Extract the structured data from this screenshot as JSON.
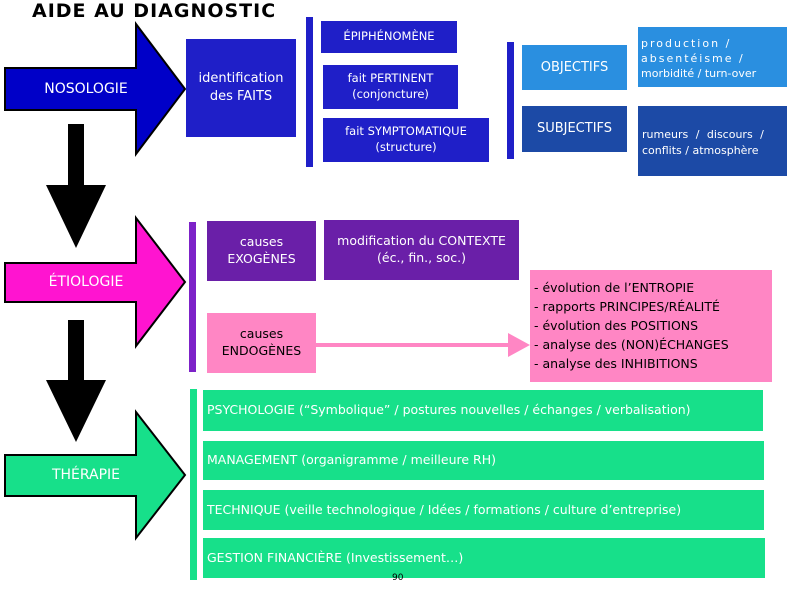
{
  "title": "AIDE AU DIAGNOSTIC",
  "sections": {
    "nosologie": "NOSOLOGIE",
    "etiologie": "ÉTIOLOGIE",
    "therapie": "THÉRAPIE"
  },
  "nosologie": {
    "identification": [
      "identification",
      "des FAITS"
    ],
    "epiphenomene": "ÉPIPHÉNOMÈNE",
    "fait_pertinent": [
      "fait PERTINENT",
      "(conjoncture)"
    ],
    "fait_symptomatique": [
      "fait SYMPTOMATIQUE",
      "(structure)"
    ],
    "objectifs": "OBJECTIFS",
    "subjectifs": "SUBJECTIFS",
    "objectifs_detail": [
      "production /",
      "absentéisme /",
      "morbidité / turn-over"
    ],
    "subjectifs_detail": [
      "rumeurs / discours /",
      "conflits / atmosphère"
    ]
  },
  "etiologie": {
    "causes_exogenes": [
      "causes",
      "EXOGÈNES"
    ],
    "modification_contexte": [
      "modification du CONTEXTE",
      "(éc., fin., soc.)"
    ],
    "causes_endogenes": [
      "causes",
      "ENDOGÈNES"
    ],
    "endogenes_list": [
      "- évolution de l’ENTROPIE",
      "- rapports PRINCIPES/RÉALITÉ",
      "- évolution des POSITIONS",
      "- analyse des (NON)ÉCHANGES",
      "- analyse des INHIBITIONS"
    ]
  },
  "therapie": {
    "items": [
      "PSYCHOLOGIE (“Symbolique” / postures nouvelles / échanges / verbalisation)",
      "MANAGEMENT (organigramme / meilleure RH)",
      "TECHNIQUE (veille technologique / Idées / formations / culture d’entreprise)",
      "GESTION FINANCIÈRE (Investissement…)"
    ]
  },
  "page_number": "90",
  "colors": {
    "navy": "#0000c8",
    "royal_blue": "#1f1fc8",
    "mid_blue": "#2a8fe0",
    "dark_blue": "#1c4aa6",
    "magenta": "#ff14d0",
    "purple": "#6a1fa8",
    "purple_bar": "#7d22c8",
    "pink": "#ff86c4",
    "green": "#17e08a"
  }
}
